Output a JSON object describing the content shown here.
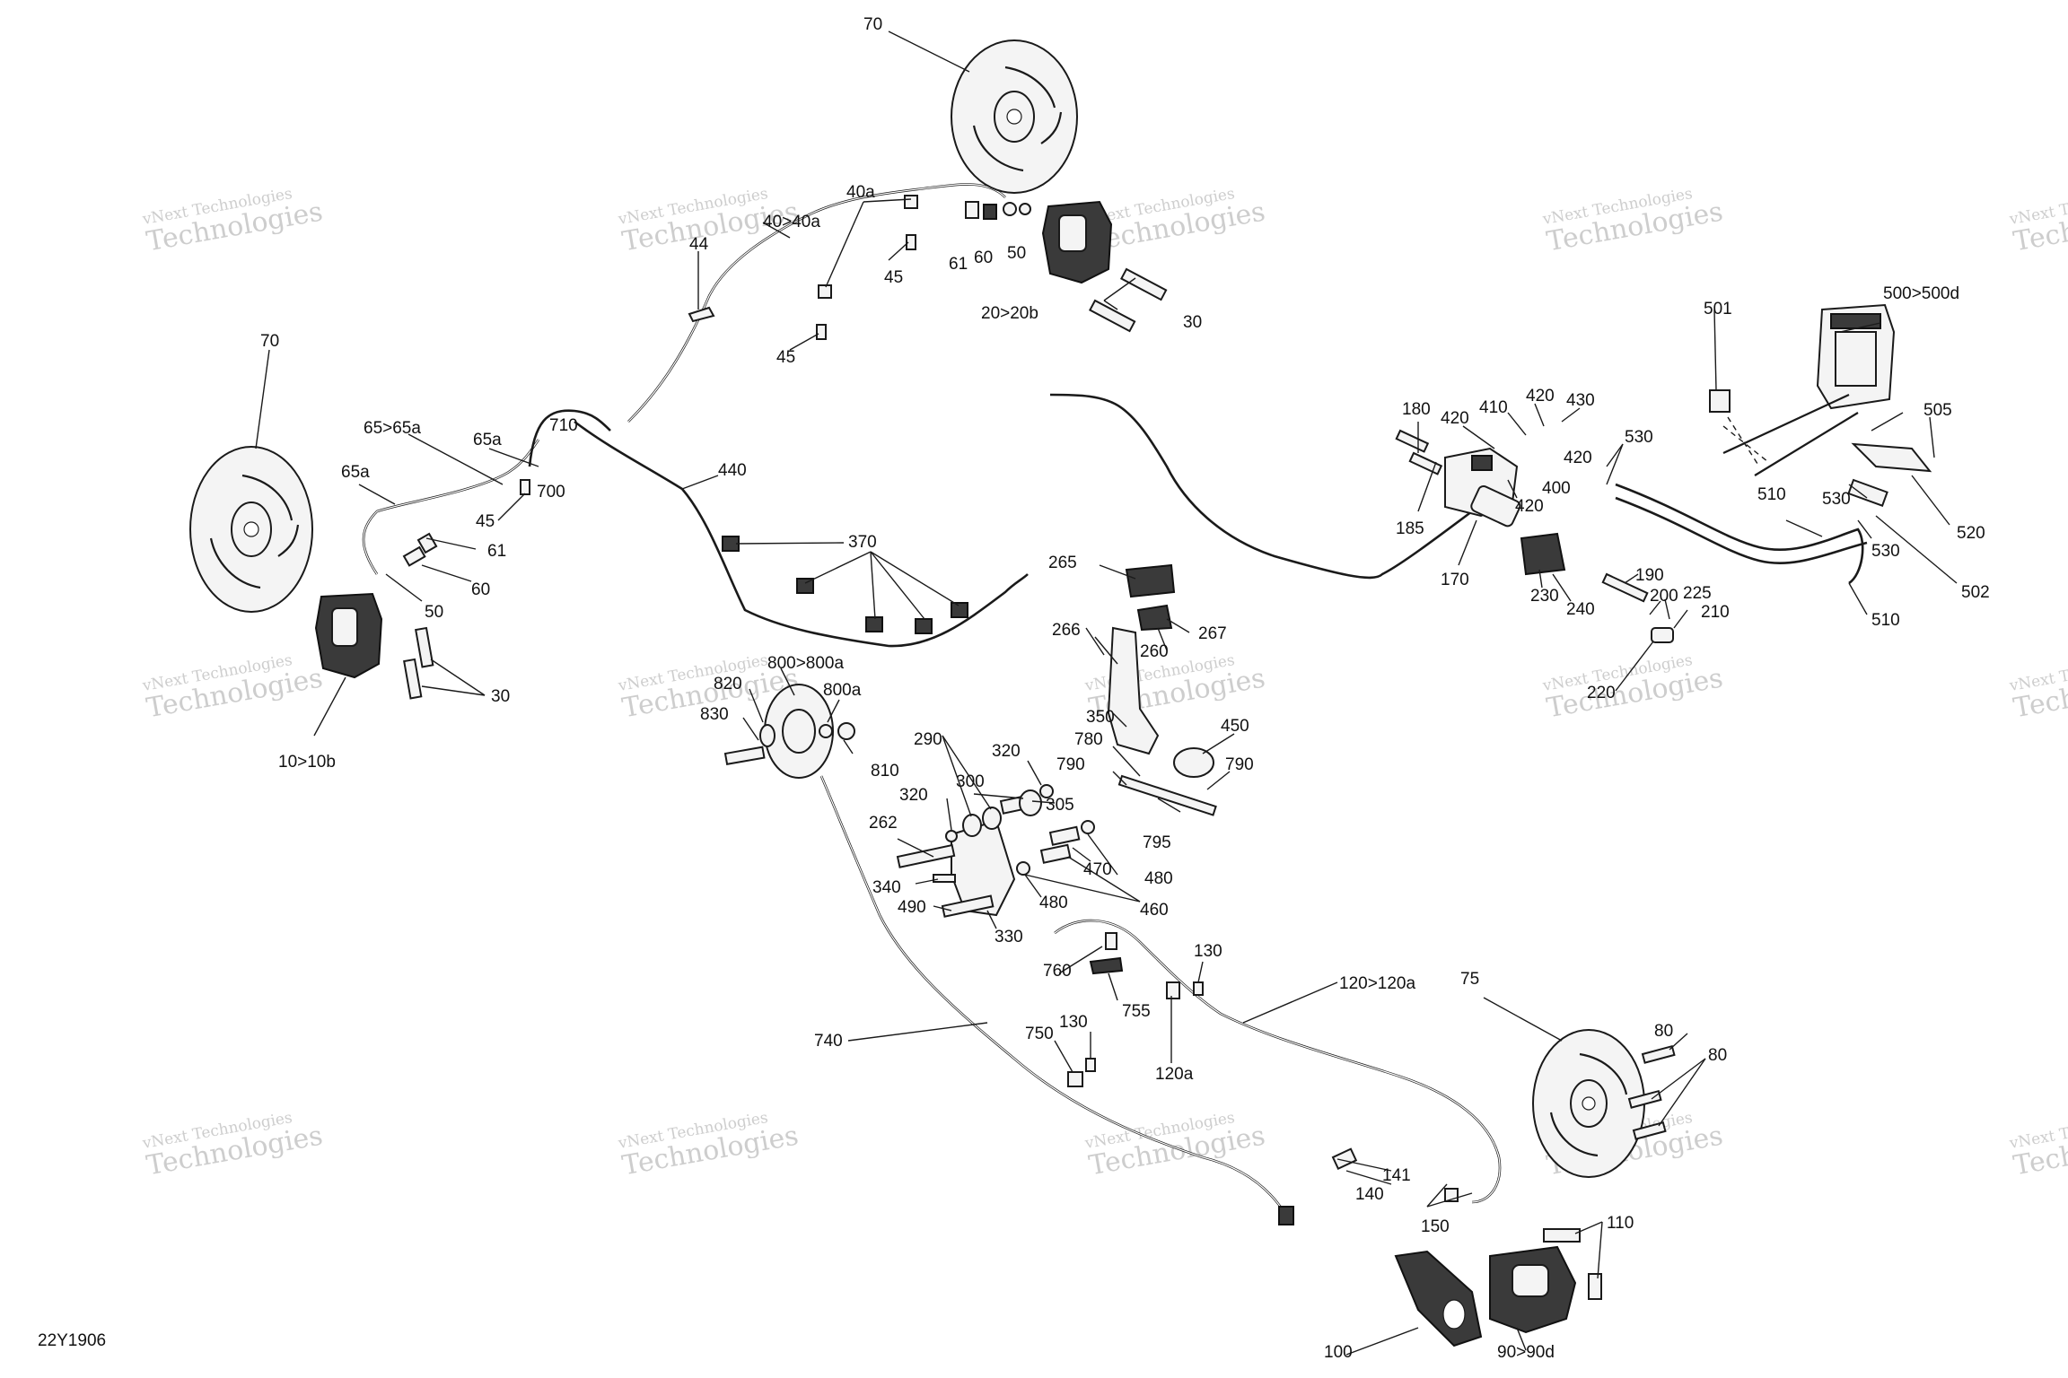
{
  "diagram_code": "22Y1906",
  "watermark": {
    "line1": "vNext Technologies",
    "line2": "Technologies"
  },
  "labels": {
    "l70a": "70",
    "l70b": "70",
    "l75": "75",
    "l40a": "40a",
    "l40": "40>40a",
    "l44": "44",
    "l45a": "45",
    "l45b": "45",
    "l45c": "45",
    "l61a": "61",
    "l60a": "60",
    "l50a": "50",
    "l20": "20>20b",
    "l30a": "30",
    "l65": "65>65a",
    "l65a1": "65a",
    "l65a2": "65a",
    "l710": "710",
    "l700": "700",
    "l61b": "61",
    "l60b": "60",
    "l50b": "50",
    "l30b": "30",
    "l10": "10>10b",
    "l440": "440",
    "l370": "370",
    "l180": "180",
    "l185": "185",
    "l420a": "420",
    "l410": "410",
    "l420b": "420",
    "l430": "430",
    "l420c": "420",
    "l400": "400",
    "l420d": "420",
    "l170": "170",
    "l530a": "530",
    "l230": "230",
    "l240": "240",
    "l190": "190",
    "l200": "200",
    "l225": "225",
    "l210": "210",
    "l220": "220",
    "l501": "501",
    "l500": "500>500d",
    "l505": "505",
    "l510a": "510",
    "l530b": "530",
    "l530c": "530",
    "l520": "520",
    "l502": "502",
    "l510b": "510",
    "l265": "265",
    "l266": "266",
    "l260": "260",
    "l267": "267",
    "l350": "350",
    "l450": "450",
    "l780": "780",
    "l790a": "790",
    "l790b": "790",
    "l795": "795",
    "l800": "800>800a",
    "l820": "820",
    "l830": "830",
    "l800a": "800a",
    "l810": "810",
    "l290": "290",
    "l320a": "320",
    "l300": "300",
    "l305": "305",
    "l320b": "320",
    "l470": "470",
    "l480a": "480",
    "l460": "460",
    "l480b": "480",
    "l262": "262",
    "l340": "340",
    "l490": "490",
    "l330": "330",
    "l740": "740",
    "l760": "760",
    "l755": "755",
    "l130a": "130",
    "l130b": "130",
    "l750": "750",
    "l120a": "120a",
    "l120": "120>120a",
    "l80a": "80",
    "l80b": "80",
    "l141": "141",
    "l140": "140",
    "l150": "150",
    "l110": "110",
    "l100": "100",
    "l90": "90>90d"
  }
}
